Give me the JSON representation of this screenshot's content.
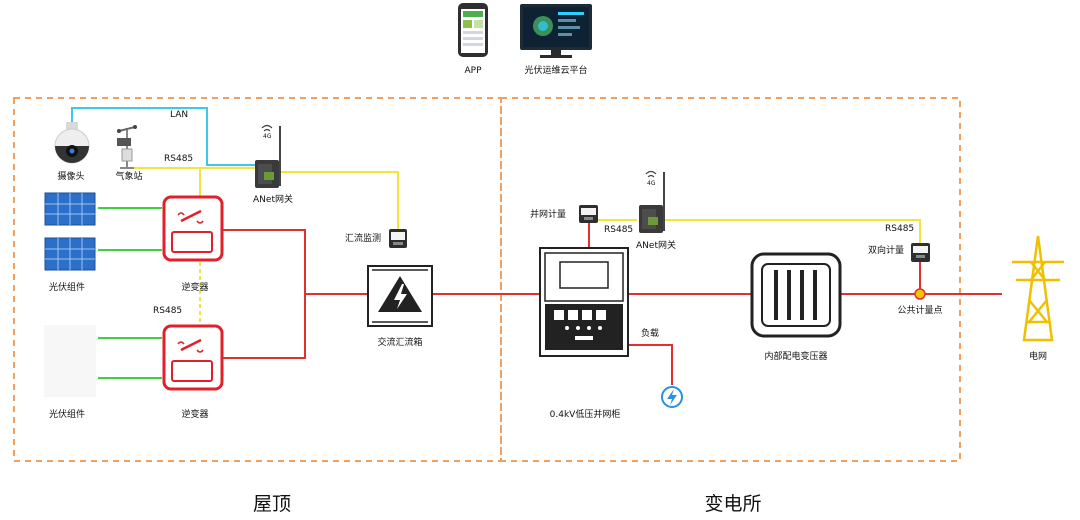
{
  "top_devices": {
    "app_label": "APP",
    "platform_label": "光伏运维云平台"
  },
  "rooftop": {
    "camera_label": "摄像头",
    "weather_station_label": "气象站",
    "lan_label": "LAN",
    "rs485_label_top": "RS485",
    "gateway_label": "ANet网关",
    "gateway_signal": "4G",
    "pv_module_label_1": "光伏组件",
    "pv_module_label_2": "光伏组件",
    "inverter_label_1": "逆变器",
    "inverter_label_2": "逆变器",
    "rs485_label_mid": "RS485",
    "combiner_monitor_label": "汇流监测",
    "ac_combiner_label": "交流汇流箱"
  },
  "substation": {
    "grid_meter_label": "并网计量",
    "rs485_label_left": "RS485",
    "gateway_label": "ANet网关",
    "gateway_signal": "4G",
    "cabinet_label": "0.4kV低压并网柜",
    "load_label": "负载",
    "transformer_label": "内部配电变压器",
    "rs485_label_right": "RS485",
    "bidirectional_meter_label": "双向计量",
    "public_metering_point_label": "公共计量点",
    "grid_label": "电网"
  },
  "regions": {
    "rooftop_title": "屋顶",
    "substation_title": "变电所"
  },
  "colors": {
    "dashed_border": "#f0a060",
    "ac_line": "#e03030",
    "rs485_line": "#f5e43a",
    "lan_line": "#3cc8e8",
    "dc_line": "#3dd13d",
    "inverter": "#e0202a",
    "grid_tower": "#f0c000",
    "load_icon": "#2a90e0"
  }
}
